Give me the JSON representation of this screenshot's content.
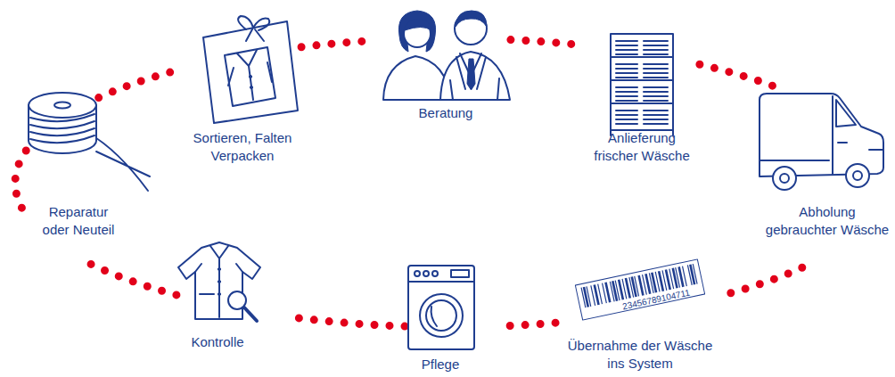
{
  "diagram": {
    "nodes": [
      {
        "text": [
          "Beratung"
        ]
      },
      {
        "text": [
          "Anlieferung frischer Wäsche"
        ]
      },
      {
        "text": [
          "Abholung gebrauchter Wäsche"
        ]
      },
      {
        "text": [
          "Übernahme der Wäsche ins System"
        ]
      },
      {
        "text": [
          "Pflege"
        ]
      },
      {
        "text": [
          "Kontrolle"
        ]
      },
      {
        "text": [
          "Reparatur oder Neuteil"
        ]
      },
      {
        "text": [
          "Sortieren, Falten Verpacken"
        ]
      }
    ],
    "edges": [
      {
        "from": 0,
        "to": 1,
        "arrow": "none"
      },
      {
        "from": 1,
        "to": 2,
        "arrow": "none"
      },
      {
        "from": 2,
        "to": 3,
        "arrow": "none"
      },
      {
        "from": 3,
        "to": 4,
        "arrow": "none"
      },
      {
        "from": 4,
        "to": 5,
        "arrow": "none"
      },
      {
        "from": 5,
        "to": 6,
        "arrow": "none"
      },
      {
        "from": 6,
        "to": 7,
        "arrow": "none"
      },
      {
        "from": 7,
        "to": 0,
        "arrow": "none"
      }
    ],
    "labels": [
      "23456789104711"
    ]
  }
}
